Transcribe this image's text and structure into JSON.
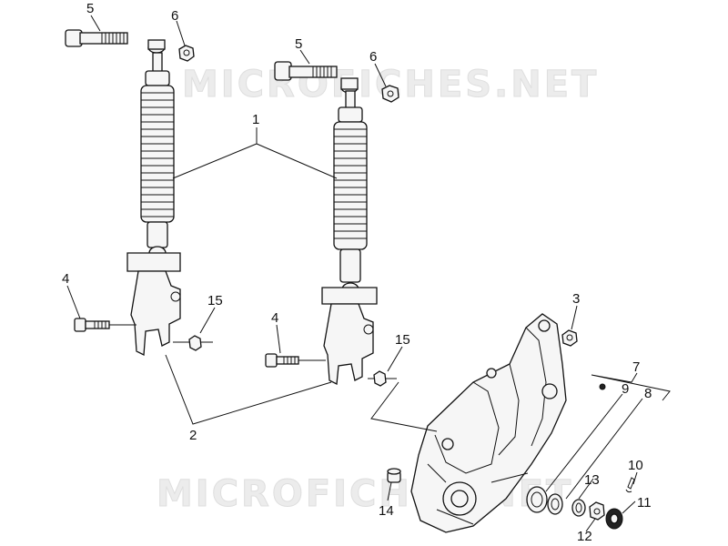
{
  "watermark": {
    "top": "MICROFICHES.NET",
    "bottom": "MICROFICHES.NET"
  },
  "callouts": {
    "c1": "1",
    "c2": "2",
    "c3": "3",
    "c4a": "4",
    "c4b": "4",
    "c5a": "5",
    "c5b": "5",
    "c6a": "6",
    "c6b": "6",
    "c7": "7",
    "c8": "8",
    "c9": "9",
    "c10": "10",
    "c11": "11",
    "c12": "12",
    "c13": "13",
    "c14": "14",
    "c15a": "15",
    "c15b": "15"
  },
  "colors": {
    "line": "#111111",
    "part_fill": "#f6f6f6",
    "watermark": "#ececec"
  }
}
